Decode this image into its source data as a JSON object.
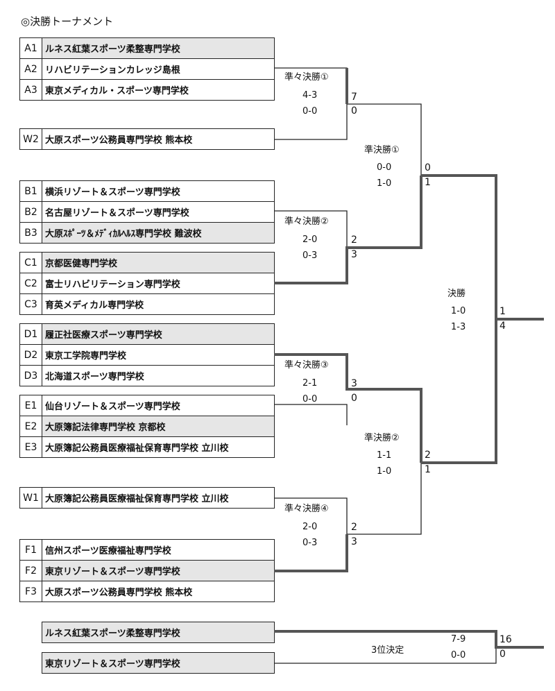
{
  "title": "◎決勝トーナメント",
  "groups": {
    "A": [
      {
        "seed": "A1",
        "name": "ルネス紅葉スポーツ柔整専門学校",
        "hl": true
      },
      {
        "seed": "A2",
        "name": "リハビリテーションカレッジ島根",
        "hl": false
      },
      {
        "seed": "A3",
        "name": "東京メディカル・スポーツ専門学校",
        "hl": false
      }
    ],
    "W2": [
      {
        "seed": "W2",
        "name": "大原スポーツ公務員専門学校 熊本校",
        "hl": false
      }
    ],
    "B": [
      {
        "seed": "B1",
        "name": "横浜リゾート＆スポーツ専門学校",
        "hl": false
      },
      {
        "seed": "B2",
        "name": "名古屋リゾート＆スポーツ専門学校",
        "hl": false
      },
      {
        "seed": "B3",
        "name": "大原ｽﾎﾟｰﾂ＆ﾒﾃﾞｨｶﾙﾍﾙｽ専門学校 難波校",
        "hl": true
      }
    ],
    "C": [
      {
        "seed": "C1",
        "name": "京都医健専門学校",
        "hl": true
      },
      {
        "seed": "C2",
        "name": "富士リハビリテーション専門学校",
        "hl": false
      },
      {
        "seed": "C3",
        "name": "育英メディカル専門学校",
        "hl": false
      }
    ],
    "D": [
      {
        "seed": "D1",
        "name": "履正社医療スポーツ専門学校",
        "hl": true
      },
      {
        "seed": "D2",
        "name": "東京工学院専門学校",
        "hl": false
      },
      {
        "seed": "D3",
        "name": "北海道スポーツ専門学校",
        "hl": false
      }
    ],
    "E": [
      {
        "seed": "E1",
        "name": "仙台リゾート＆スポーツ専門学校",
        "hl": false
      },
      {
        "seed": "E2",
        "name": "大原簿記法律専門学校 京都校",
        "hl": true
      },
      {
        "seed": "E3",
        "name": "大原簿記公務員医療福祉保育専門学校 立川校",
        "hl": false
      }
    ],
    "W1": [
      {
        "seed": "W1",
        "name": "大原簿記公務員医療福祉保育専門学校 立川校",
        "hl": false
      }
    ],
    "F": [
      {
        "seed": "F1",
        "name": "信州スポーツ医療福祉専門学校",
        "hl": false
      },
      {
        "seed": "F2",
        "name": "東京リゾート＆スポーツ専門学校",
        "hl": true
      },
      {
        "seed": "F3",
        "name": "大原スポーツ公務員専門学校 熊本校",
        "hl": false
      }
    ]
  },
  "third_place": {
    "teams": [
      "ルネス紅葉スポーツ柔整専門学校",
      "東京リゾート＆スポーツ専門学校"
    ],
    "label": "3位決定",
    "set_scores": [
      "7-9",
      "0-0"
    ],
    "totals": [
      "16",
      "0"
    ]
  },
  "matches": {
    "qf1": {
      "label": "準々決勝①",
      "s1": "4-3",
      "s2": "0-0",
      "t1": "7",
      "t2": "0"
    },
    "qf2": {
      "label": "準々決勝②",
      "s1": "2-0",
      "s2": "0-3",
      "t1": "2",
      "t2": "3"
    },
    "qf3": {
      "label": "準々決勝③",
      "s1": "2-1",
      "s2": "0-0",
      "t1": "3",
      "t2": "0"
    },
    "qf4": {
      "label": "準々決勝④",
      "s1": "2-0",
      "s2": "0-3",
      "t1": "2",
      "t2": "3"
    },
    "sf1": {
      "label": "準決勝①",
      "s1": "0-0",
      "s2": "1-0",
      "t1": "0",
      "t2": "1"
    },
    "sf2": {
      "label": "準決勝②",
      "s1": "1-1",
      "s2": "1-0",
      "t1": "2",
      "t2": "1"
    },
    "final": {
      "label": "決勝",
      "s1": "1-0",
      "s2": "1-3",
      "t1": "1",
      "t2": "4"
    }
  }
}
